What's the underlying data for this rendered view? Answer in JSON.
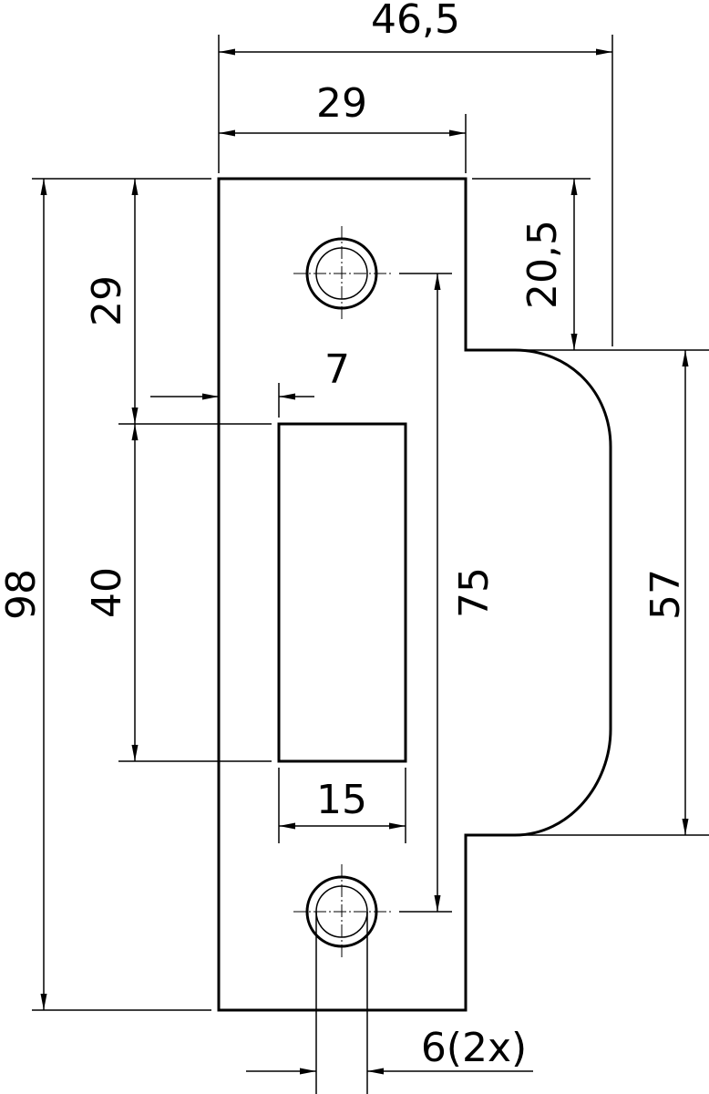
{
  "dimensions": {
    "overall_width": "46,5",
    "plate_width": "29",
    "plate_height": "98",
    "top_to_slot": "29",
    "slot_offset": "7",
    "slot_height": "40",
    "hole_pitch": "75",
    "slot_width": "15",
    "top_to_lip": "20,5",
    "lip_height": "57",
    "hole_diameter": "6(2x)"
  },
  "colors": {
    "line": "#000000",
    "background": "#ffffff"
  }
}
